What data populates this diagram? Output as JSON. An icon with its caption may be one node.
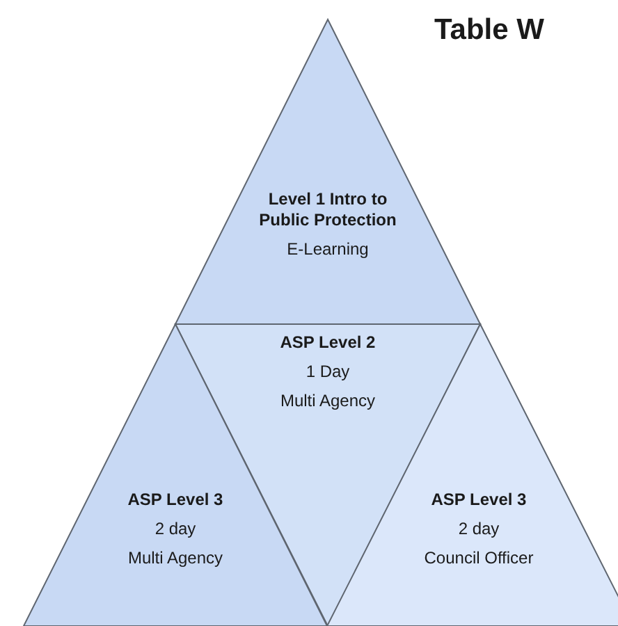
{
  "diagram": {
    "title": "Table W",
    "nodes": [
      {
        "text": [
          "Level 1 Intro to Public Protection",
          "E-Learning"
        ]
      },
      {
        "text": [
          "ASP Level 2",
          "1 Day",
          "Multi Agency"
        ]
      },
      {
        "text": [
          "ASP Level 3",
          "2 day",
          "Multi Agency"
        ]
      },
      {
        "text": [
          "ASP Level 3",
          "2 day",
          "Council Officer"
        ]
      }
    ],
    "edges": []
  }
}
